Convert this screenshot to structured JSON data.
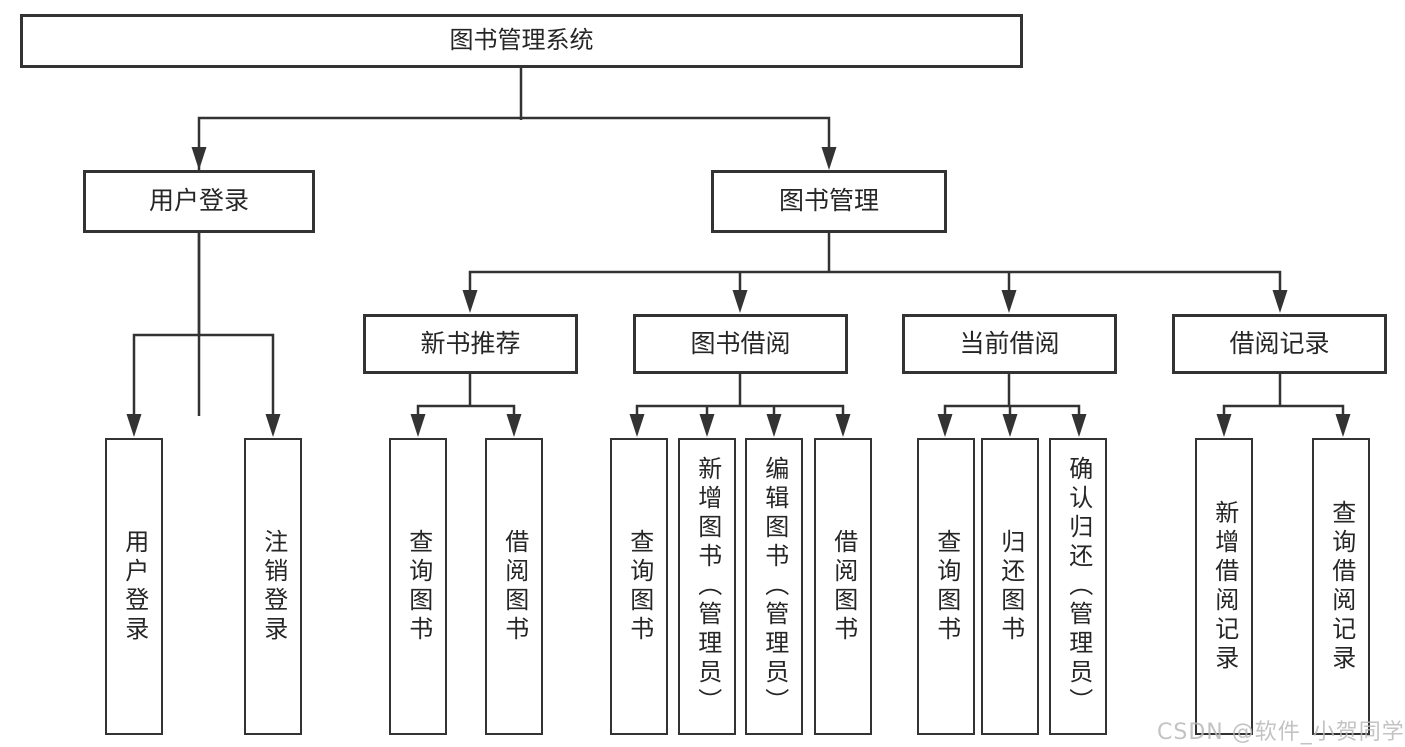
{
  "diagram": {
    "root": {
      "label": "图书管理系统"
    },
    "level2": [
      {
        "label": "用户登录"
      },
      {
        "label": "图书管理"
      }
    ],
    "level3": [
      {
        "label": "新书推荐"
      },
      {
        "label": "图书借阅"
      },
      {
        "label": "当前借阅"
      },
      {
        "label": "借阅记录"
      }
    ],
    "leaves": {
      "user_login": [
        {
          "label": "用户登录"
        },
        {
          "label": "注销登录"
        }
      ],
      "new_book": [
        {
          "label": "查询图书"
        },
        {
          "label": "借阅图书"
        }
      ],
      "book_borrow": [
        {
          "label": "查询图书"
        },
        {
          "label": "新增图书（管理员）"
        },
        {
          "label": "编辑图书（管理员）"
        },
        {
          "label": "借阅图书"
        }
      ],
      "current_borrow": [
        {
          "label": "查询图书"
        },
        {
          "label": "归还图书"
        },
        {
          "label": "确认归还（管理员）"
        }
      ],
      "borrow_records": [
        {
          "label": "新增借阅记录"
        },
        {
          "label": "查询借阅记录"
        }
      ]
    }
  },
  "watermark": {
    "text": "CSDN @软件_小贺同学"
  },
  "colors": {
    "line": "#333333",
    "text": "#262626",
    "background": "#ffffff",
    "watermark": "#b9b9b9"
  }
}
